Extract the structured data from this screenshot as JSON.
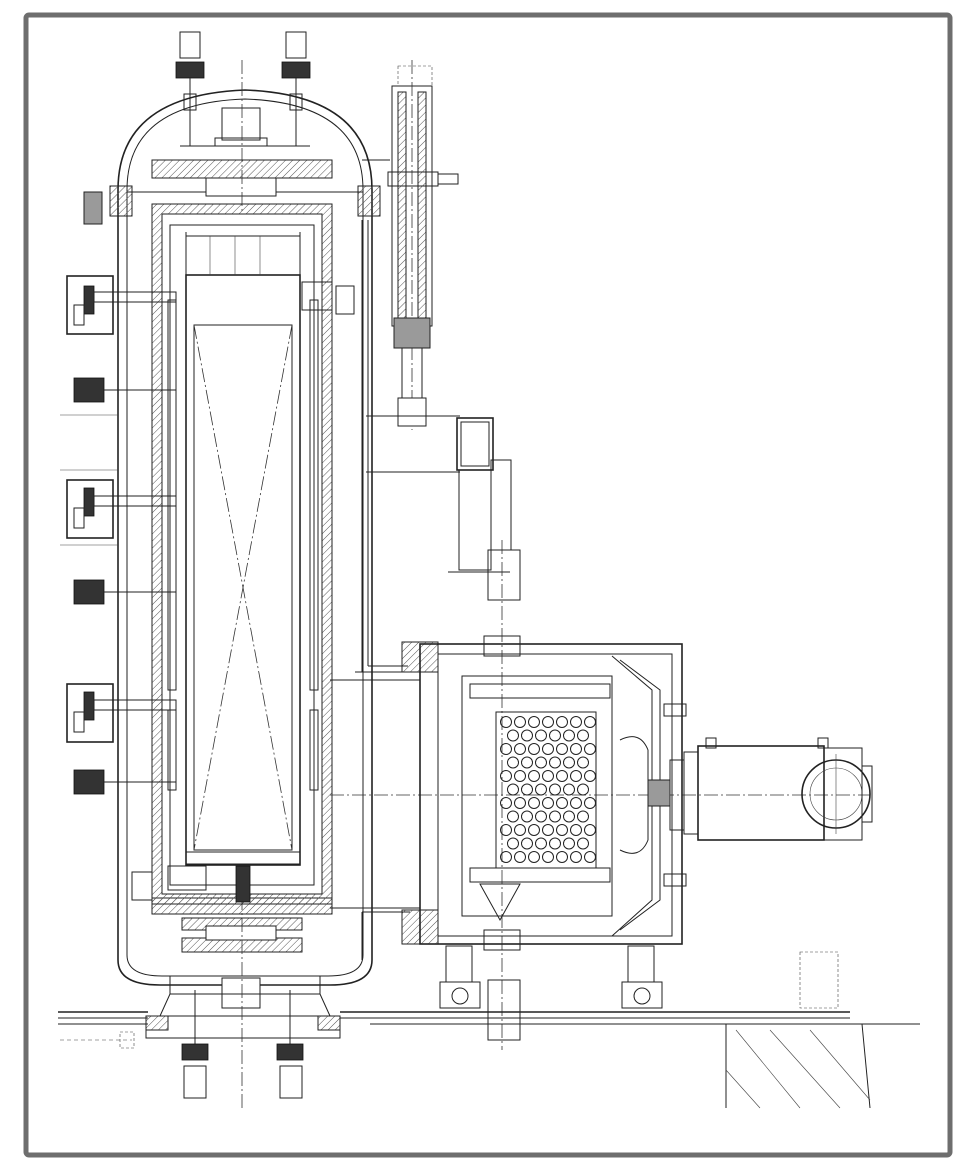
{
  "diagram": {
    "kind": "mechanical-cross-section",
    "colors": {
      "frame_border": "#6e6e6e",
      "line": "#222222",
      "hatch": "#555555",
      "background": "#ffffff"
    },
    "parts": [
      {
        "id": "vessel",
        "icon": "vertical-pressure-vessel"
      },
      {
        "id": "heating-chamber",
        "icon": "inner-retort"
      },
      {
        "id": "hydraulic-cylinder",
        "icon": "actuator-cylinder"
      },
      {
        "id": "fan-housing",
        "icon": "fan-box"
      },
      {
        "id": "heat-exchanger",
        "icon": "tube-bundle"
      },
      {
        "id": "motor",
        "icon": "electric-motor"
      },
      {
        "id": "side-clamps",
        "icon": "clamp-brackets"
      },
      {
        "id": "rail-track",
        "icon": "floor-rails"
      },
      {
        "id": "support-wheels",
        "icon": "caster-wheels"
      }
    ]
  }
}
